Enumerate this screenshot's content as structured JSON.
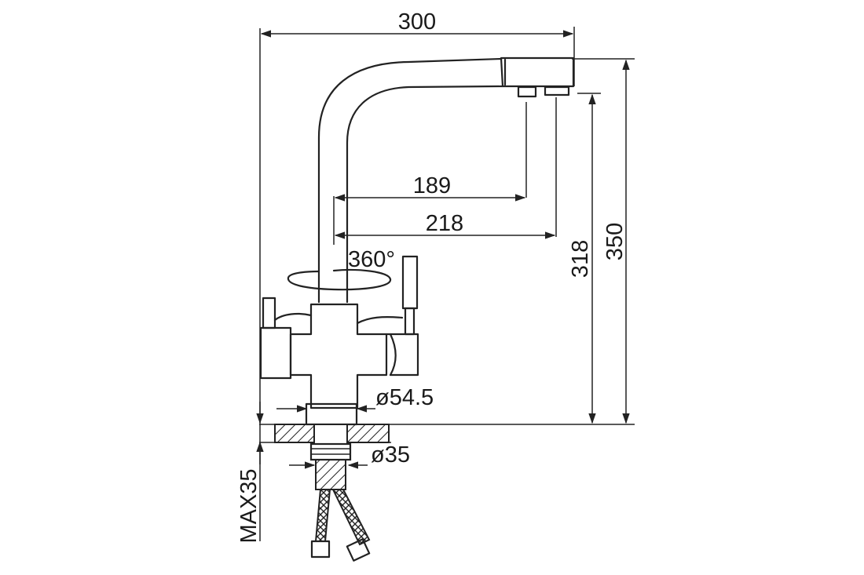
{
  "dimensions": {
    "overall_width": "300",
    "spout_reach_1": "189",
    "spout_reach_2": "218",
    "rotation": "360°",
    "height_outlet": "318",
    "height_total": "350",
    "base_diameter": "ø54.5",
    "shank_diameter": "ø35",
    "max_counter_thickness": "MAX35"
  },
  "colors": {
    "line": "#222222",
    "background": "#ffffff"
  }
}
